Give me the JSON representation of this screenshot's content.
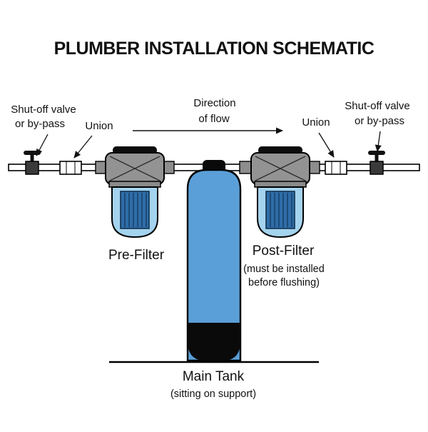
{
  "title": "PLUMBER INSTALLATION SCHEMATIC",
  "annotations": {
    "left_shutoff": {
      "line1": "Shut-off valve",
      "line2": "or by-pass"
    },
    "left_union": "Union",
    "flow": {
      "line1": "Direction",
      "line2": "of flow"
    },
    "right_union": "Union",
    "right_shutoff": {
      "line1": "Shut-off valve",
      "line2": "or by-pass"
    }
  },
  "components": {
    "pre_filter": {
      "label": "Pre-Filter"
    },
    "post_filter": {
      "label": "Post-Filter",
      "note_line1": "(must be installed",
      "note_line2": "before flushing)"
    },
    "main_tank": {
      "label": "Main Tank",
      "note": "(sitting on support)"
    }
  },
  "colors": {
    "tank_blue": "#5b9fd8",
    "bowl_blue": "#a4d3ee",
    "cartridge_blue": "#2f6da8",
    "head_gray": "#939393",
    "rim_gray": "#8a8a8a",
    "outline": "#000000"
  }
}
